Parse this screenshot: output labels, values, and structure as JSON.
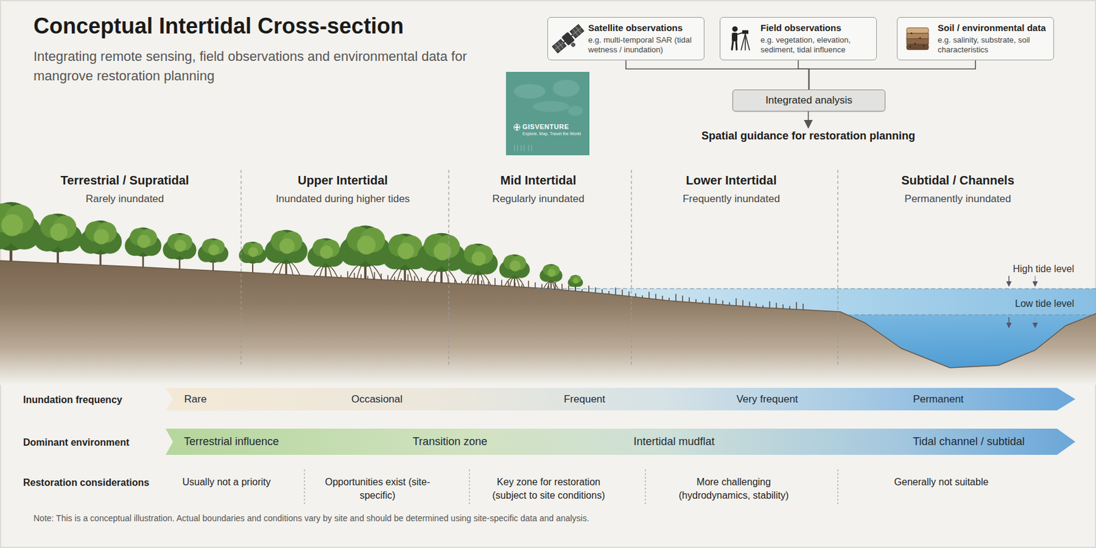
{
  "diagram": {
    "title": "Conceptual Intertidal Cross-section",
    "caption": "Integrating remote sensing, field observations and environmental data for mangrove restoration planning",
    "nodes": [
      {
        "text": [
          "Satellite observations",
          "e.g. multi-temporal SAR (tidal wetness / inundation)"
        ]
      },
      {
        "text": [
          "Field observations",
          "e.g. vegetation, elevation, sediment, tidal influence"
        ]
      },
      {
        "text": [
          "Soil / environmental data",
          "e.g. salinity, substrate, soil characteristics"
        ]
      },
      {
        "text": [
          "Integrated analysis"
        ]
      },
      {
        "text": [
          "Spatial guidance for restoration planning"
        ]
      },
      {
        "text": [
          "Rare",
          "Occasional",
          "Frequent",
          "Very frequent",
          "Permanent"
        ]
      },
      {
        "text": [
          "Terrestrial influence",
          "Transition zone",
          "Intertidal mudflat",
          "Tidal channel / subtidal"
        ]
      }
    ],
    "edges": [
      {
        "from": 0,
        "to": 3,
        "arrow": "none"
      },
      {
        "from": 1,
        "to": 3,
        "arrow": "none"
      },
      {
        "from": 2,
        "to": 3,
        "arrow": "none"
      },
      {
        "from": 3,
        "to": 4,
        "arrow": "to"
      }
    ],
    "labels": [
      "GISVENTURE",
      "Explore. Map. Travel the World",
      "Terrestrial / Supratidal",
      "Rarely inundated",
      "Upper Intertidal",
      "Inundated during higher tides",
      "Mid Intertidal",
      "Regularly inundated",
      "Lower Intertidal",
      "Frequently inundated",
      "Subtidal / Channels",
      "Permanently inundated",
      "High tide level",
      "Low tide level",
      "Inundation frequency",
      "Dominant environment",
      "Restoration considerations",
      "Usually not a priority",
      "Opportunities exist (site-specific)",
      "Key zone for restoration (subject to site conditions)",
      "More challenging (hydrodynamics, stability)",
      "Generally not suitable",
      "Note: This is a conceptual illustration. Actual boundaries and conditions vary by site and should be determined using site-specific data and analysis."
    ]
  }
}
